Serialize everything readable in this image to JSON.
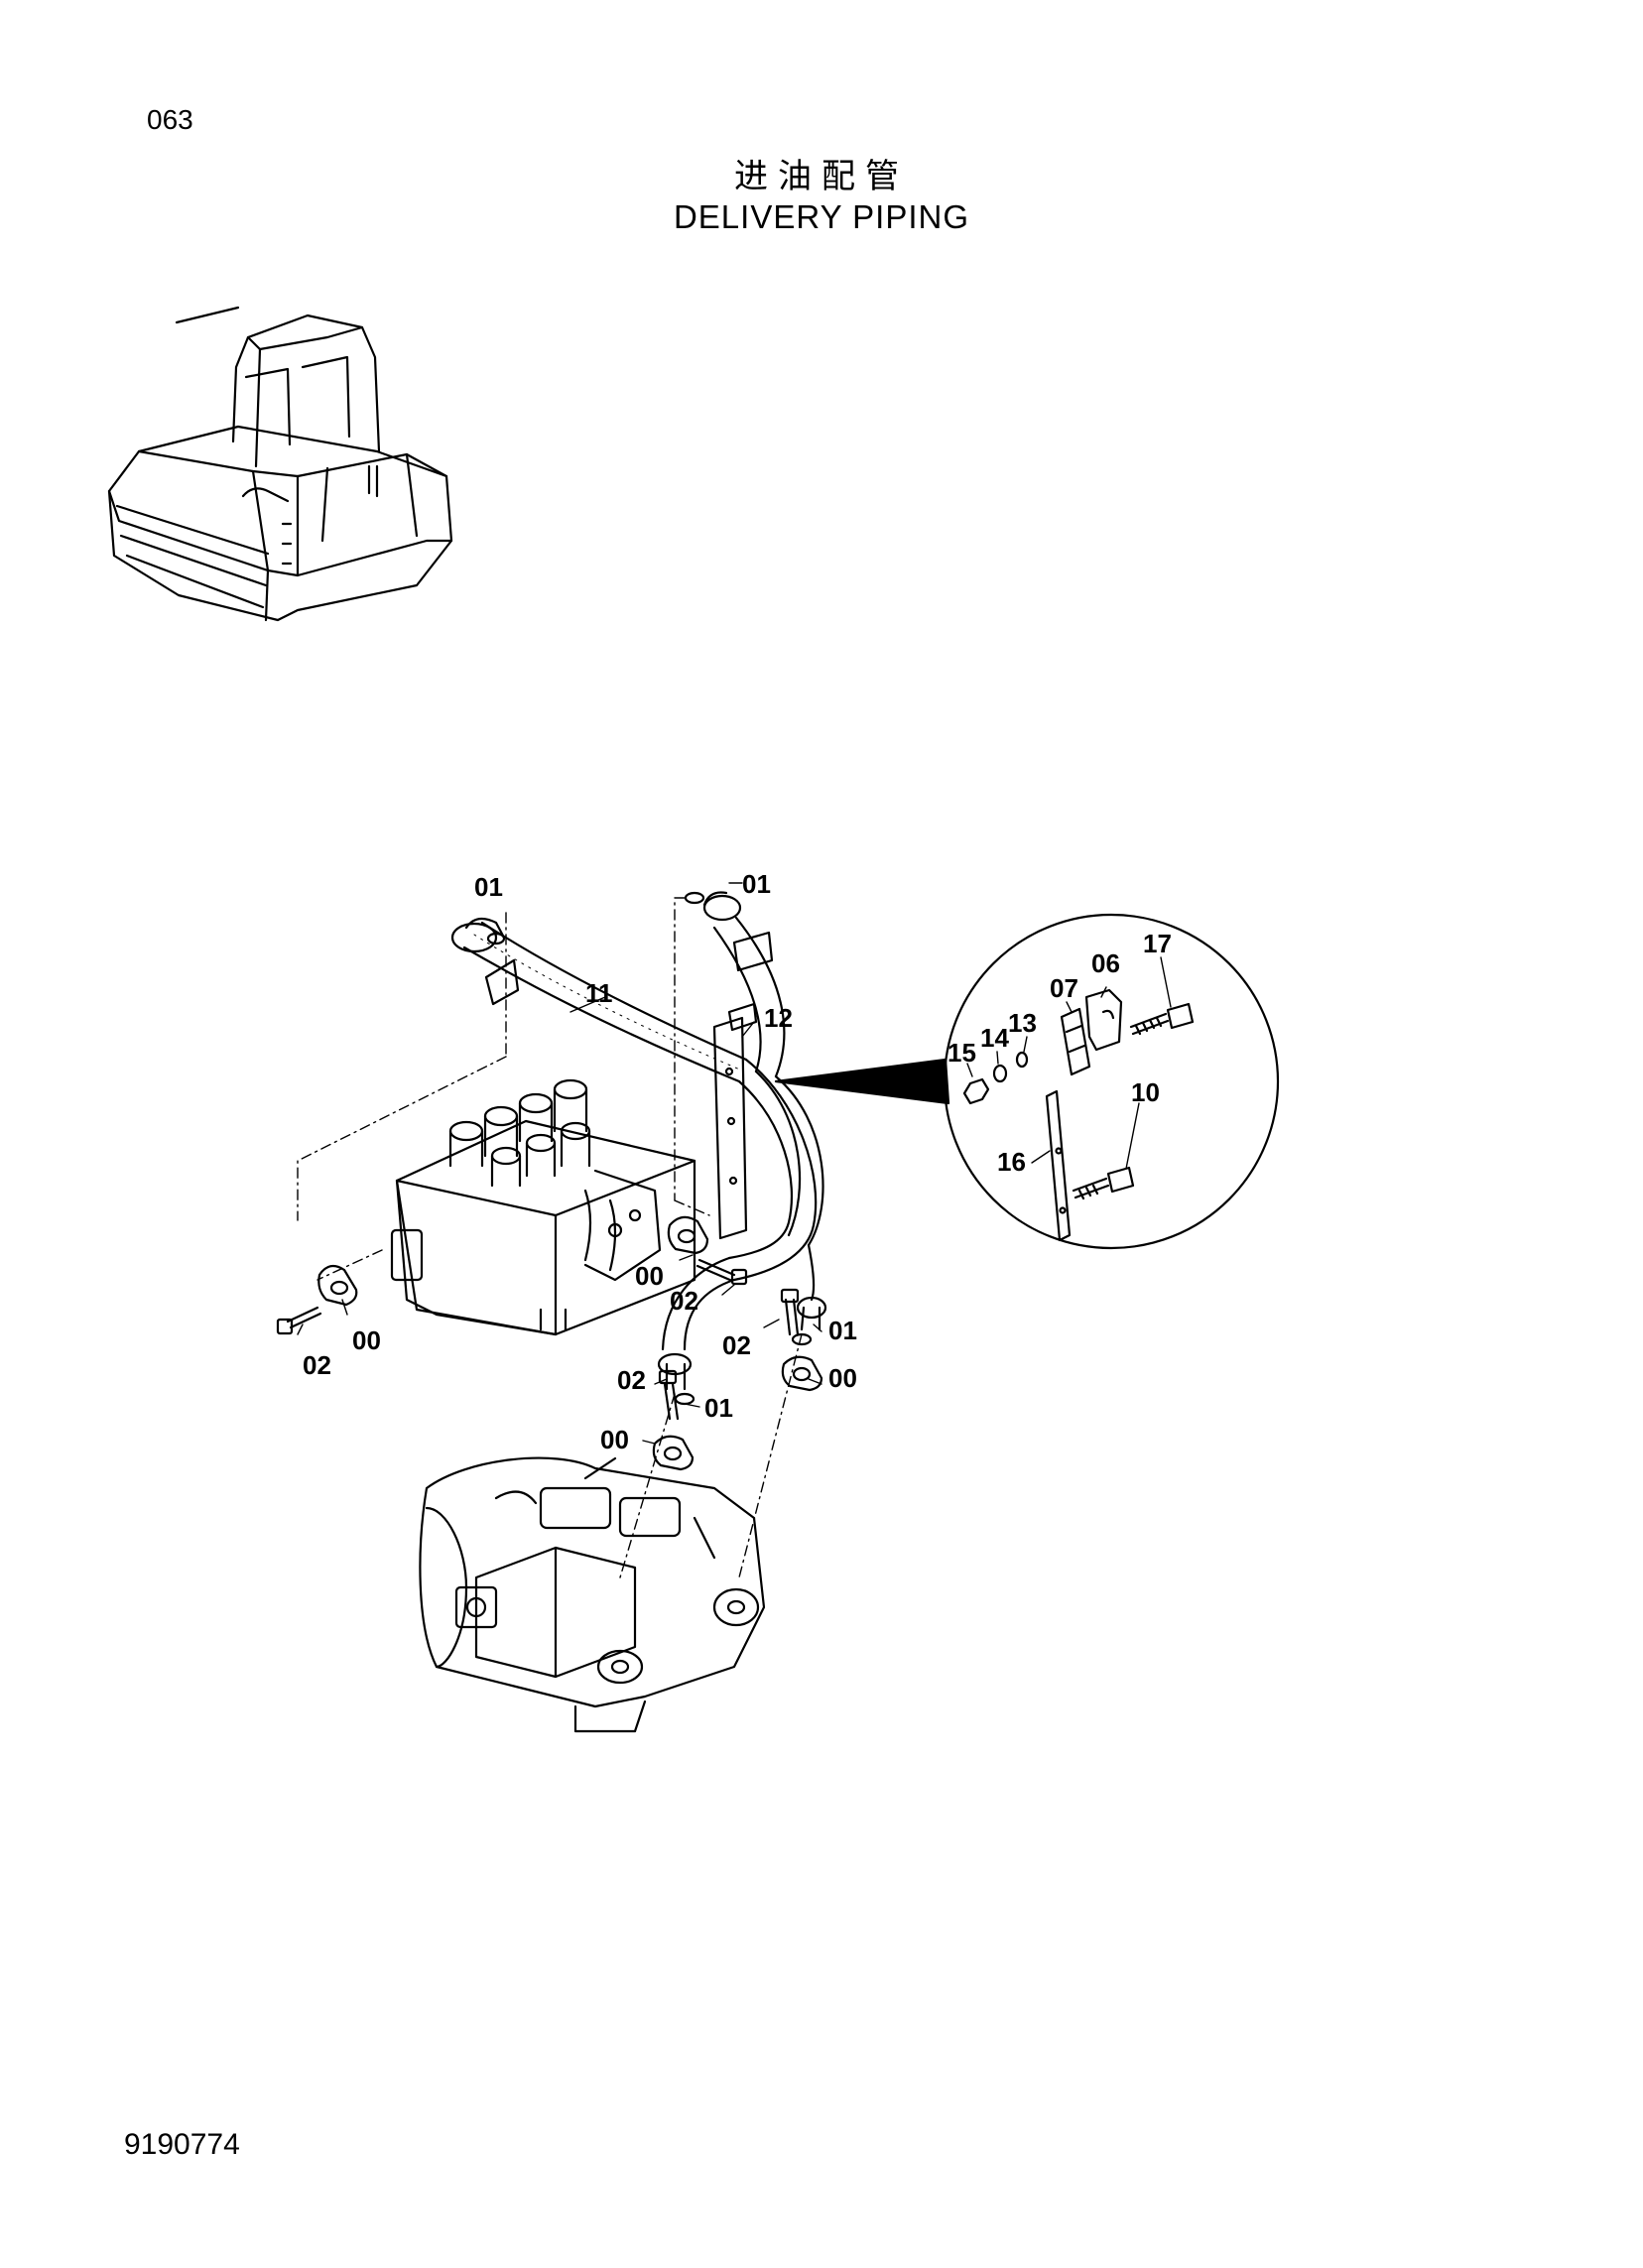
{
  "page_number": "063",
  "title_cn": "进油配管",
  "title_en": "DELIVERY PIPING",
  "doc_number": "9190774",
  "labels": {
    "l01_a": "01",
    "l01_b": "01",
    "l11": "11",
    "l12": "12",
    "l17": "17",
    "l06": "06",
    "l07": "07",
    "l13": "13",
    "l14": "14",
    "l15": "15",
    "l10": "10",
    "l16": "16",
    "l00_a": "00",
    "l02_a": "02",
    "l00_b": "00",
    "l02_b": "02",
    "l02_c": "02",
    "l01_c": "01",
    "l02_d": "02",
    "l01_d": "01",
    "l00_c": "00",
    "l00_d": "00"
  }
}
